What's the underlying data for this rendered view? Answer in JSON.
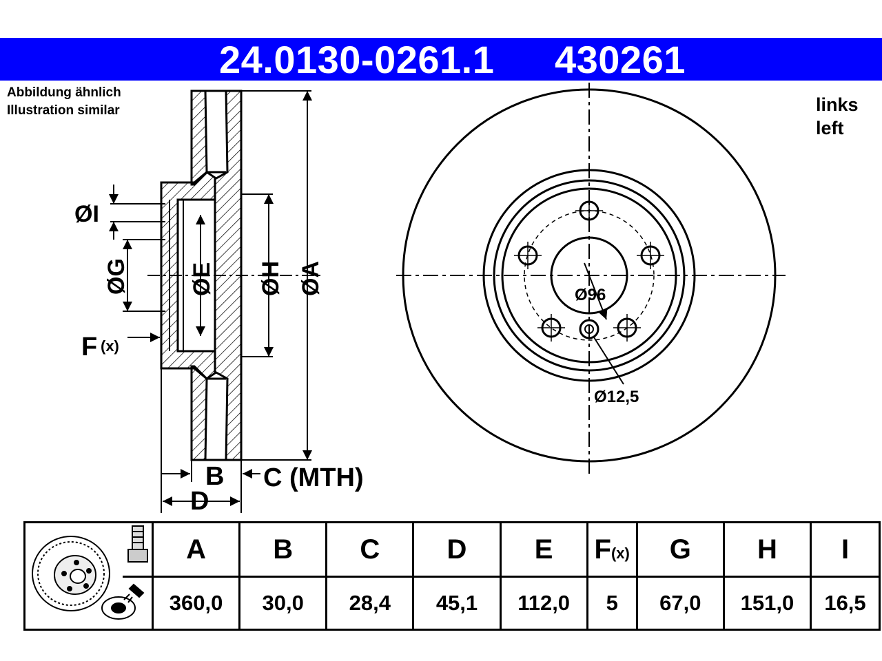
{
  "header": {
    "part_number": "24.0130-0261.1",
    "ref_number": "430261"
  },
  "note": {
    "line1": "Abbildung ähnlich",
    "line2": "Illustration similar"
  },
  "side": {
    "line1": "links",
    "line2": "left"
  },
  "section_labels": {
    "I": "ØI",
    "G": "ØG",
    "E": "ØE",
    "H": "ØH",
    "A": "ØA",
    "F": "F",
    "F_sub": "(x)",
    "B": "B",
    "C": "C (MTH)",
    "D": "D"
  },
  "front_labels": {
    "center_bore": "Ø96",
    "bolt_hole": "Ø12,5"
  },
  "table": {
    "columns": [
      {
        "key": "A",
        "label": "A",
        "value": "360,0"
      },
      {
        "key": "B",
        "label": "B",
        "value": "30,0"
      },
      {
        "key": "C",
        "label": "C",
        "value": "28,4"
      },
      {
        "key": "D",
        "label": "D",
        "value": "45,1"
      },
      {
        "key": "E",
        "label": "E",
        "value": "112,0"
      },
      {
        "key": "F",
        "label": "F",
        "label_sub": "(x)",
        "value": "5"
      },
      {
        "key": "G",
        "label": "G",
        "value": "67,0"
      },
      {
        "key": "H",
        "label": "H",
        "value": "151,0"
      },
      {
        "key": "I",
        "label": "I",
        "value": "16,5"
      }
    ]
  },
  "colors": {
    "header_bg": "#0000ff",
    "header_text": "#ffffff",
    "line": "#000000"
  }
}
